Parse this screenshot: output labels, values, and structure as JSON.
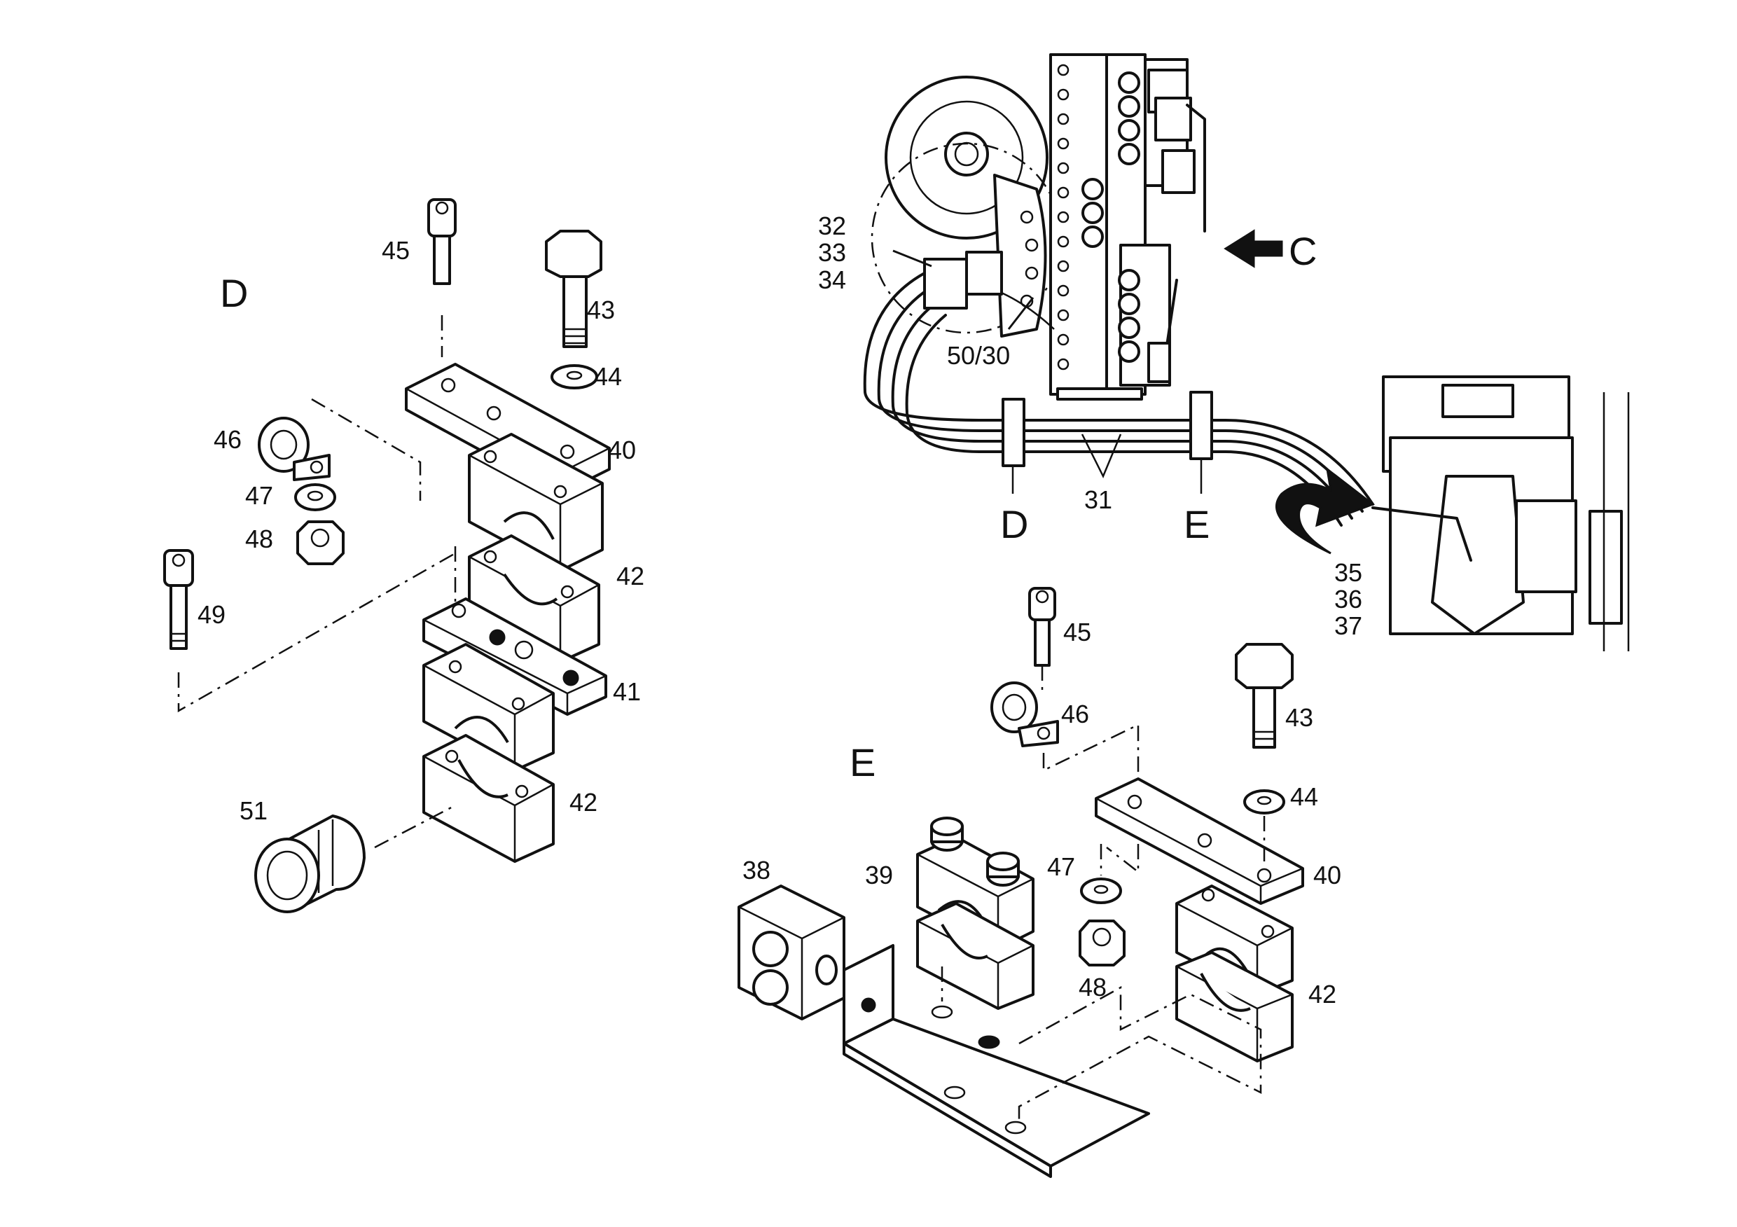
{
  "views": {
    "d": "D",
    "e": "E",
    "c": "C"
  },
  "labels": {
    "p45": "45",
    "p43": "43",
    "p44": "44",
    "p40": "40",
    "p46": "46",
    "p47": "47",
    "p48": "48",
    "p42": "42",
    "p49": "49",
    "p41": "41",
    "p51": "51",
    "p38": "38",
    "p39": "39",
    "p32": "32",
    "p33": "33",
    "p34": "34",
    "p5030": "50/30",
    "p31": "31",
    "p35": "35",
    "p36": "36",
    "p37": "37"
  }
}
